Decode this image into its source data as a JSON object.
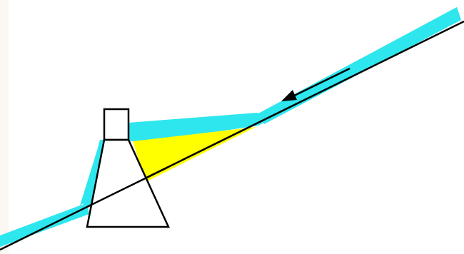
{
  "diagram": {
    "colors": {
      "water": "#2ee6ee",
      "sediment": "#ffff00",
      "line": "#000000",
      "background": "#ffffff",
      "structure_fill": "#ffffff"
    },
    "elements": [
      "river-water-surface",
      "sediment-deposit",
      "riverbed-line",
      "dam-structure",
      "flow-direction-arrow"
    ]
  }
}
